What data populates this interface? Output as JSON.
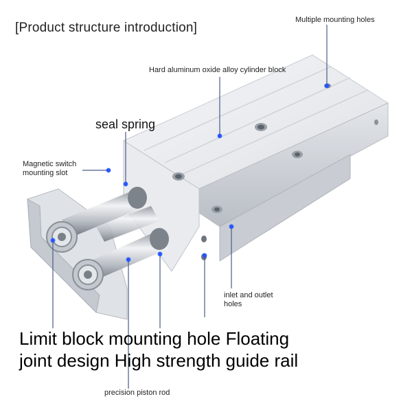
{
  "labels": {
    "title": "[Product structure introduction]",
    "multiple_holes": "Multiple mounting holes",
    "cylinder_block": "Hard aluminum oxide alloy cylinder block",
    "seal_spring": "seal spring",
    "switch_slot": "Magnetic switch mounting slot",
    "inlet_outlet": "inlet and outlet holes",
    "big_caption": "Limit block mounting hole Floating joint design High strength guide rail",
    "piston_rod": "precision piston rod"
  },
  "colors": {
    "leader_line": "#4a5a8a",
    "callout_dot": "#1f4fff",
    "aluminum_light": "#eef0f3",
    "aluminum_mid": "#d4d8de",
    "aluminum_dark": "#aab0b8",
    "rod_steel": "#b8bec6"
  }
}
